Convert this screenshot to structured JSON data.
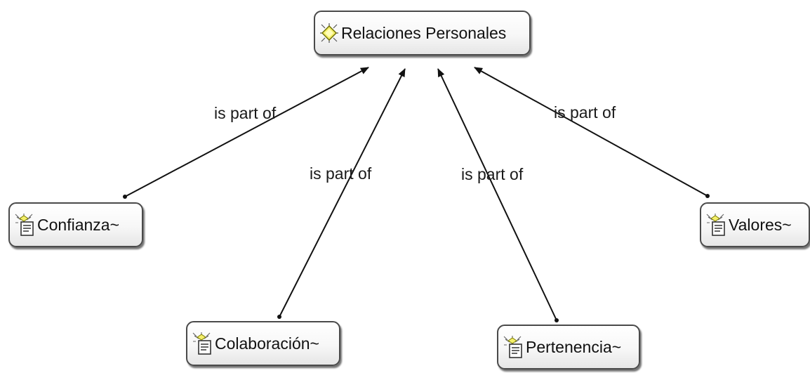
{
  "root": {
    "label": "Relaciones Personales",
    "icon": "concept-icon"
  },
  "children": [
    {
      "id": "confianza",
      "label": "Confianza~",
      "icon": "code-document-icon"
    },
    {
      "id": "colaboracion",
      "label": "Colaboración~",
      "icon": "code-document-icon"
    },
    {
      "id": "pertenencia",
      "label": "Pertenencia~",
      "icon": "code-document-icon"
    },
    {
      "id": "valores",
      "label": "Valores~",
      "icon": "code-document-icon"
    }
  ],
  "relations": [
    {
      "from": "confianza",
      "to": "root",
      "label": "is part of"
    },
    {
      "from": "colaboracion",
      "to": "root",
      "label": "is part of"
    },
    {
      "from": "pertenencia",
      "to": "root",
      "label": "is part of"
    },
    {
      "from": "valores",
      "to": "root",
      "label": "is part of"
    }
  ],
  "colors": {
    "line": "#111111",
    "node_border": "#4a4a4a",
    "concept_fill": "#f5f07a",
    "icon_stroke": "#5a5a5a"
  }
}
